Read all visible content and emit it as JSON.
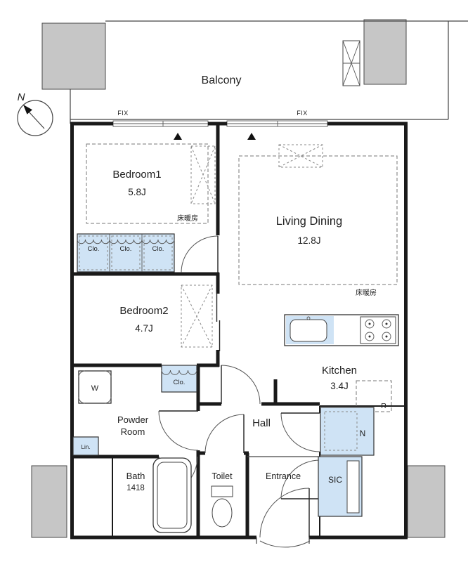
{
  "colors": {
    "closet_blue": "#cfe3f5",
    "pillar_gray": "#c6c6c6",
    "wall_dark": "#1a1a1a"
  },
  "compass": {
    "north_label": "N"
  },
  "balcony": {
    "label": "Balcony"
  },
  "windows": {
    "fix_labels": [
      "FIX",
      "FIX"
    ]
  },
  "rooms": {
    "bedroom1": {
      "name": "Bedroom1",
      "size": "5.8J",
      "floor_heating": "床暖房"
    },
    "living_dining": {
      "name": "Living Dining",
      "size": "12.8J",
      "floor_heating": "床暖房"
    },
    "bedroom2": {
      "name": "Bedroom2",
      "size": "4.7J"
    },
    "kitchen": {
      "name": "Kitchen",
      "size": "3.4J"
    },
    "hall": {
      "name": "Hall"
    },
    "powder_room": {
      "name_line1": "Powder",
      "name_line2": "Room"
    },
    "bath": {
      "name": "Bath",
      "size": "1418"
    },
    "toilet": {
      "name": "Toilet"
    },
    "entrance": {
      "name": "Entrance"
    },
    "sic": {
      "name": "SIC"
    },
    "storage": {
      "name": "N"
    }
  },
  "fixtures": {
    "closet_labels": [
      "Clo.",
      "Clo.",
      "Clo."
    ],
    "bedroom2_closet_label": "Clo.",
    "linen_label": "Lin.",
    "washer_label": "W",
    "fridge_label": "R"
  }
}
